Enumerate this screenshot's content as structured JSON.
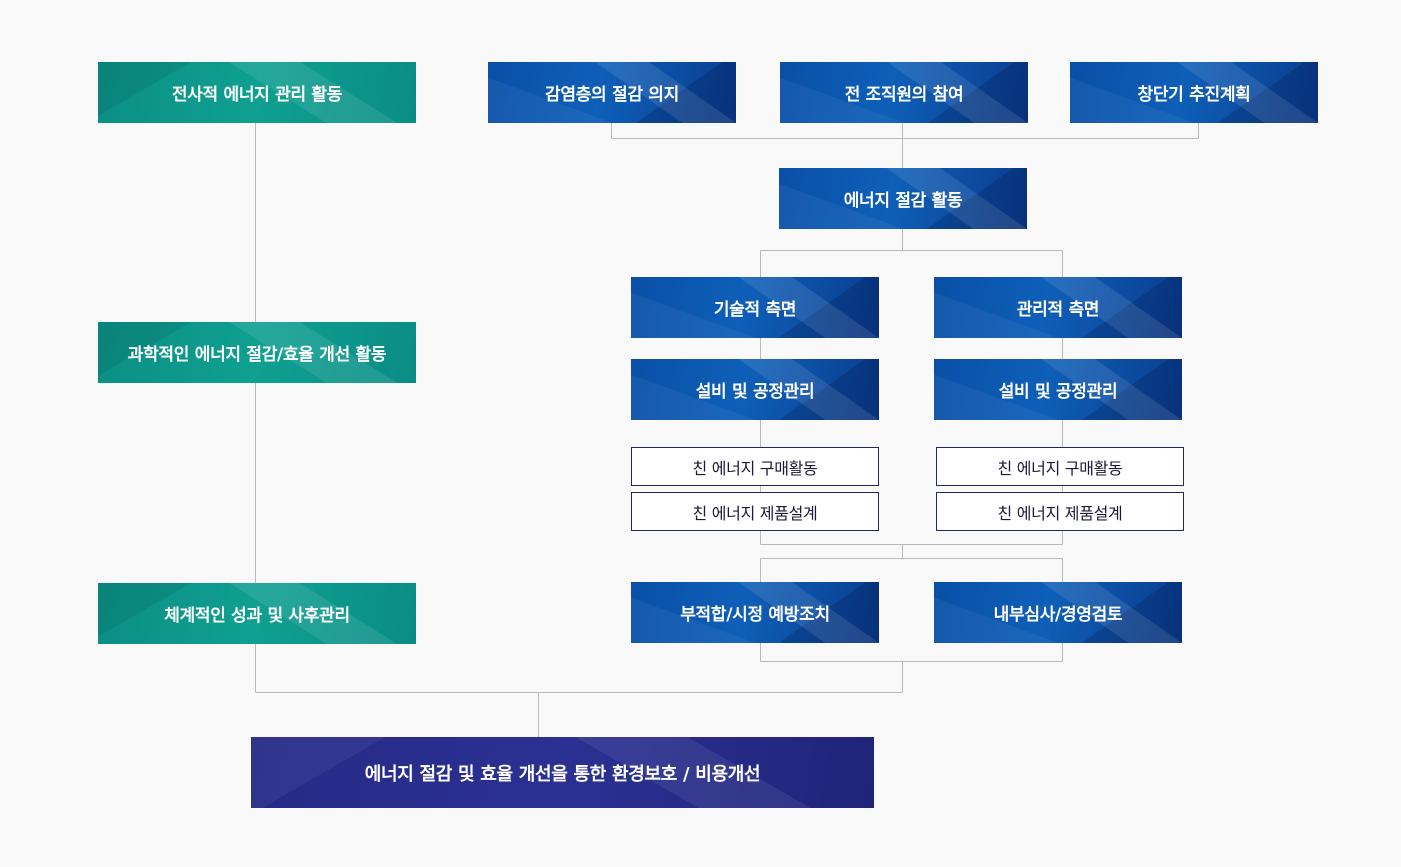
{
  "left_column": {
    "company_wide": "전사적 에너지 관리 활동",
    "scientific": "과학적인 에너지 절감/효율 개선 활동",
    "systematic": "체계적인 성과 및 사후관리"
  },
  "top_row": {
    "management_will": "감염층의 절감 의지",
    "all_staff": "전 조직원의 참여",
    "plans": "창단기 추진계획"
  },
  "energy_saving": "에너지 절감 활동",
  "technical": {
    "header": "기술적 측면",
    "sub": "설비 및 공정관리",
    "items": [
      "친 에너지 구매활동",
      "친 에너지 제품설계"
    ]
  },
  "managerial": {
    "header": "관리적 측면",
    "sub": "설비 및 공정관리",
    "items": [
      "친 에너지 구매활동",
      "친 에너지 제품설계"
    ]
  },
  "bottom_row": {
    "prevention": "부적합/시정 예방조치",
    "audit": "내부심사/경영검토"
  },
  "final_goal": "에너지 절감 및 효율 개선을 통한 환경보호 / 비용개선",
  "colors": {
    "teal": "#0f9a8c",
    "blue": "#0d55ae",
    "navy": "#262b88",
    "line": "#b9b9b9",
    "outline_border": "#1f2766"
  }
}
